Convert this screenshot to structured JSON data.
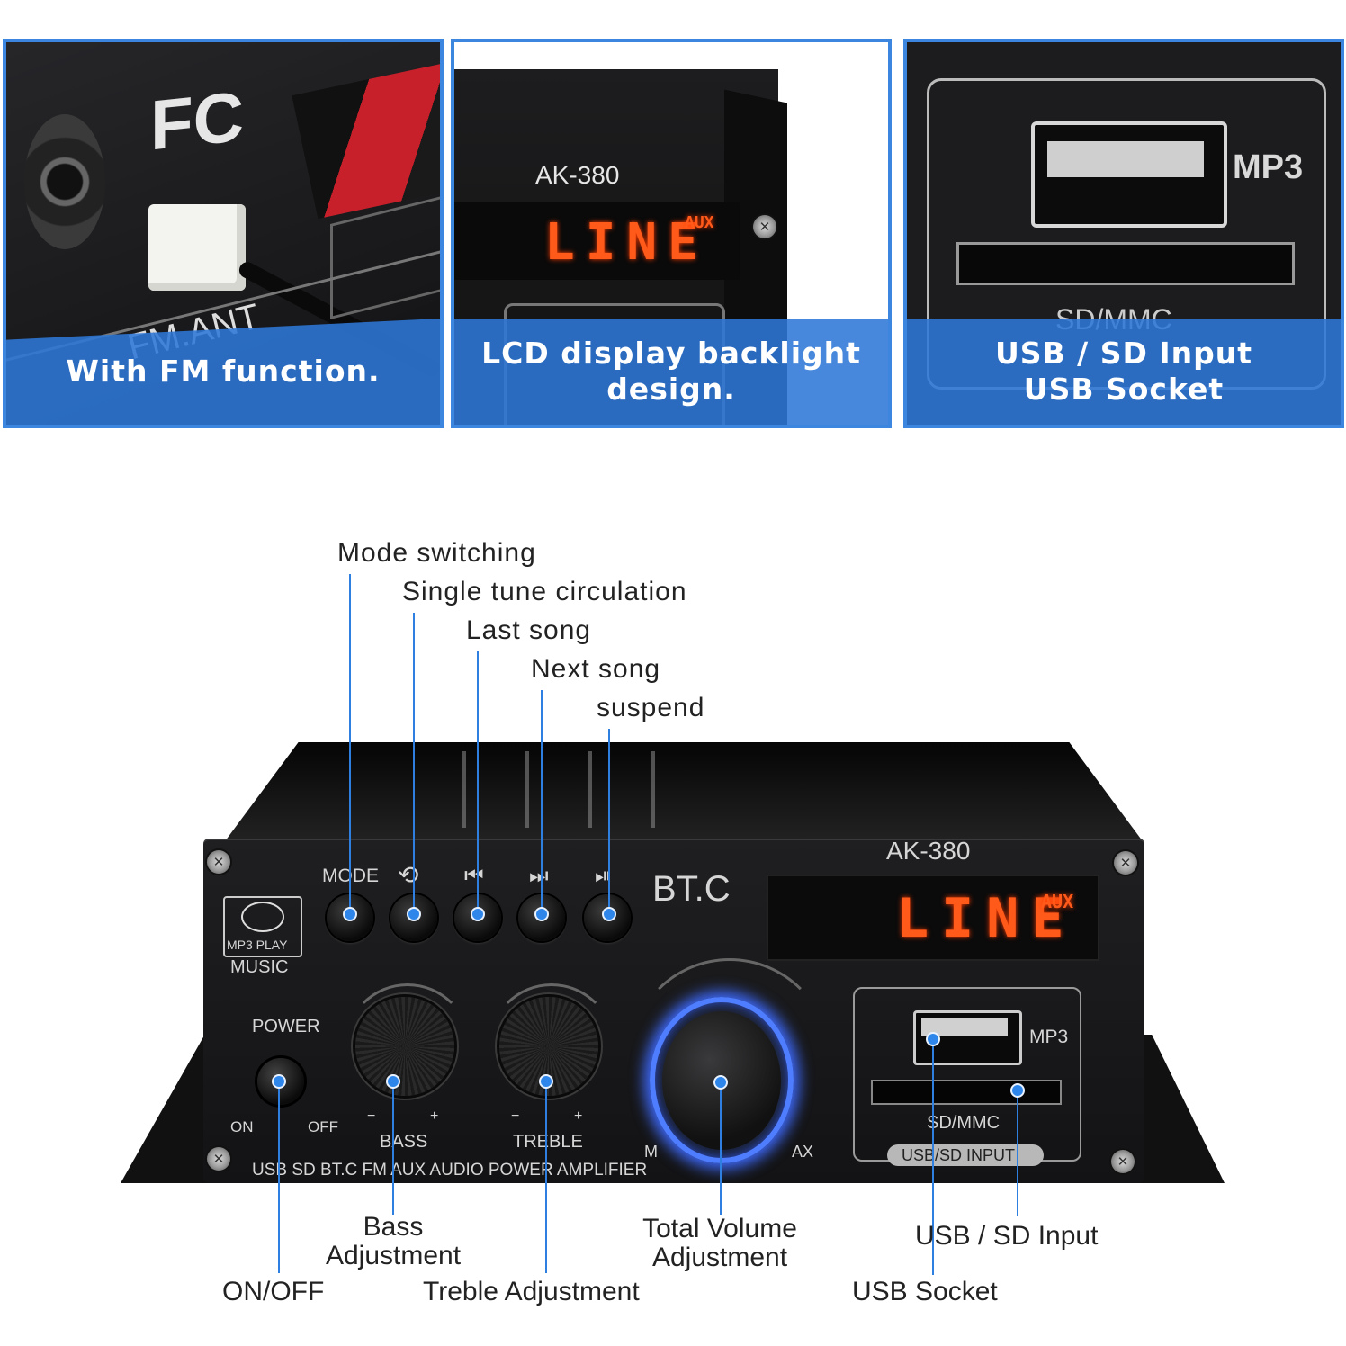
{
  "panels": [
    {
      "caption": [
        "With FM function."
      ],
      "etched": [
        "FM.ANT",
        "FC"
      ]
    },
    {
      "caption": [
        "LCD display backlight",
        "design."
      ],
      "etched": [
        "AK-380"
      ],
      "lcd": "LINE",
      "lcd_tag": "AUX"
    },
    {
      "caption": [
        "USB / SD Input",
        "USB Socket"
      ],
      "etched": [
        "MP3",
        "SD/MMC"
      ]
    }
  ],
  "top_callouts": [
    "Mode switching",
    "Single tune circulation",
    "Last song",
    "Next song",
    "suspend"
  ],
  "bottom_callouts": {
    "on_off": "ON/OFF",
    "bass": [
      "Bass",
      "Adjustment"
    ],
    "treble": "Treble Adjustment",
    "volume": [
      "Total Volume",
      "Adjustment"
    ],
    "usb_sd": "USB / SD Input",
    "usb_socket": "USB Socket"
  },
  "amplifier": {
    "model": "AK-380",
    "brand": "BT.C",
    "lcd_text": "LINE",
    "lcd_tag": "AUX",
    "mode_label": "MODE",
    "badge_top": "MP3 PLAY",
    "badge_bottom": "MUSIC",
    "power_label": "POWER",
    "on_label": "ON",
    "off_label": "OFF",
    "bass_label": "BASS",
    "treble_label": "TREBLE",
    "minus": "−",
    "plus": "+",
    "min_label": "M",
    "max_label": "AX",
    "mp3_label": "MP3",
    "sd_label": "SD/MMC",
    "usb_sd_label": "USB/SD INPUT",
    "footer": "USB SD BT.C FM AUX AUDIO POWER AMPLIFIER",
    "accent": "#2f7fe0",
    "glow": "#3f73ff"
  }
}
